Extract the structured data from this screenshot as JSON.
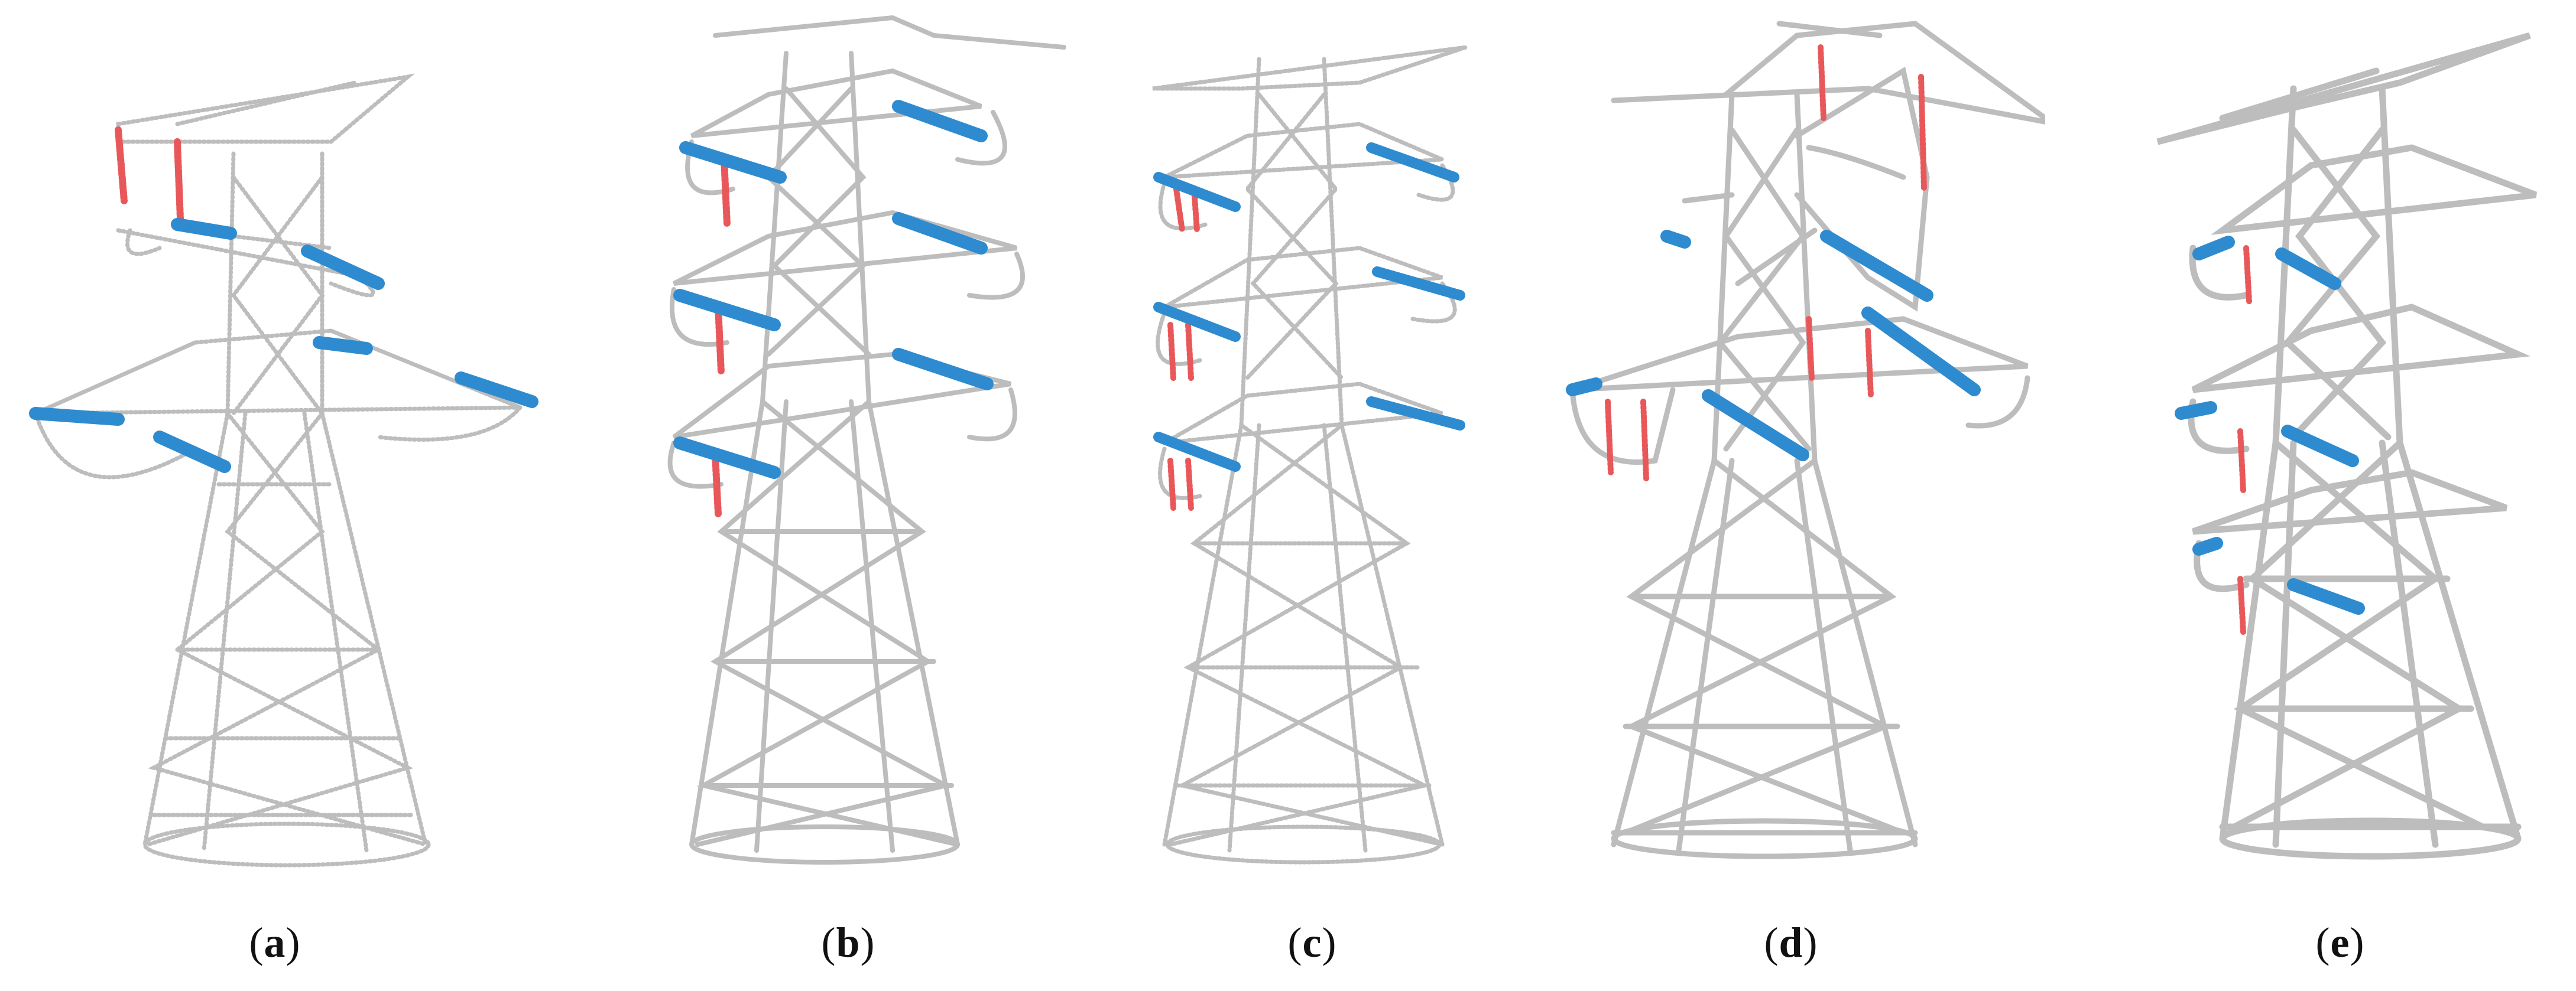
{
  "colors": {
    "background": "#ffffff",
    "tower": "#bdbdbd",
    "insulator_horizontal": "#2e8bd0",
    "insulator_vertical": "#e8585a"
  },
  "panels": [
    {
      "id": "a",
      "caption_open": "(",
      "caption_letter": "a",
      "caption_close": ")"
    },
    {
      "id": "b",
      "caption_open": "(",
      "caption_letter": "b",
      "caption_close": ")"
    },
    {
      "id": "c",
      "caption_open": "(",
      "caption_letter": "c",
      "caption_close": ")"
    },
    {
      "id": "d",
      "caption_open": "(",
      "caption_letter": "d",
      "caption_close": ")"
    },
    {
      "id": "e",
      "caption_open": "(",
      "caption_letter": "e",
      "caption_close": ")"
    }
  ]
}
